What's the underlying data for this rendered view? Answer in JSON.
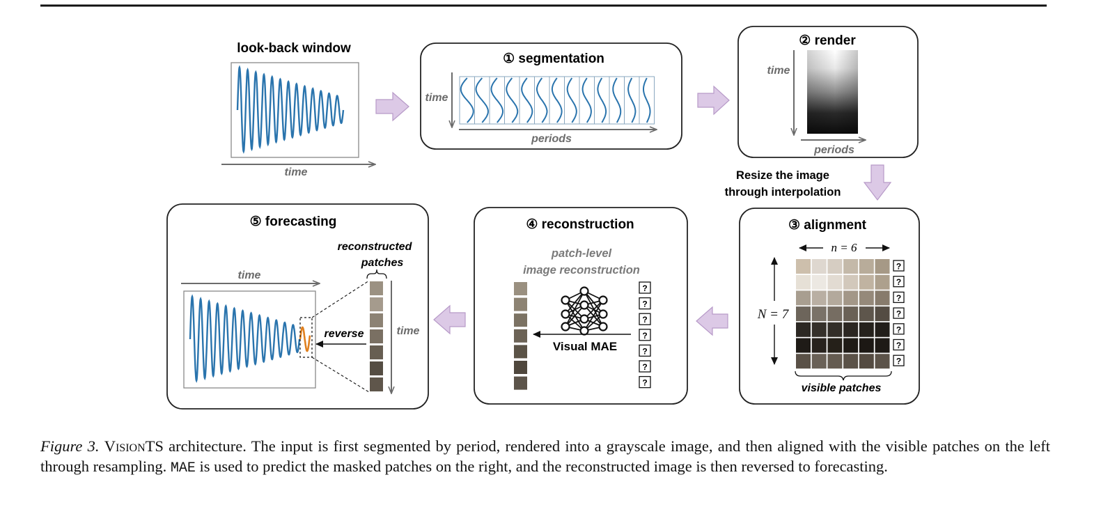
{
  "steps": {
    "lookback": {
      "title": "look-back window",
      "axis": "time"
    },
    "segmentation": {
      "title": "① segmentation",
      "axis_v": "time",
      "axis_h": "periods"
    },
    "render": {
      "title": "② render",
      "axis_v": "time",
      "axis_h": "periods"
    },
    "resize_note": {
      "line1": "Resize the image",
      "line2": "through interpolation"
    },
    "alignment": {
      "title": "③ alignment",
      "n_label": "n = 6",
      "N_label": "N = 7",
      "visible": "visible patches",
      "mask_glyph": "?"
    },
    "reconstruction": {
      "title": "④ reconstruction",
      "sub1": "patch-level",
      "sub2": "image reconstruction",
      "model": "Visual MAE",
      "mask_glyph": "?"
    },
    "forecasting": {
      "title": "⑤ forecasting",
      "patches1": "reconstructed",
      "patches2": "patches",
      "axis_time": "time",
      "reverse": "reverse",
      "axis_time_v": "time"
    }
  },
  "caption": {
    "fig_label": "Figure 3.",
    "name": "VisionTS",
    "text1": " architecture. The input is first segmented by period, rendered into a grayscale image, and then aligned with the visible patches on the left through resampling. ",
    "mae": "MAE",
    "text2": " is used to predict the masked patches on the right, and the reconstructed image is then reversed to forecasting."
  },
  "colors": {
    "series": "#2a74ad",
    "forecast": "#e0801f",
    "arrow_fill": "#dcc9e6",
    "arrow_stroke": "#b79ac8",
    "axis": "#6b6b6b"
  }
}
